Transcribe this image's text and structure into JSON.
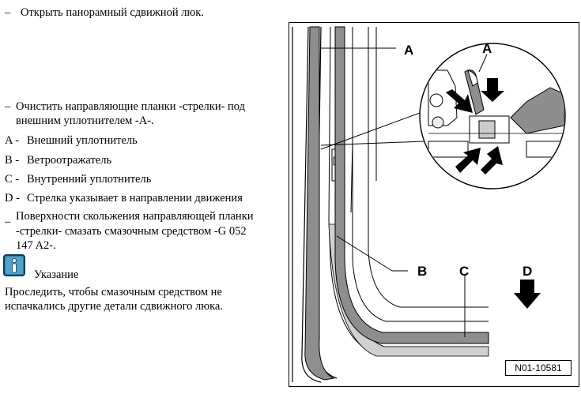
{
  "steps": [
    {
      "bullet": "–",
      "text": "Открыть панорамный сдвижной люк."
    },
    {
      "bullet": "–",
      "lines": [
        "Очистить направляющие планки -стрелки- под",
        "внешним уплотнителем -A-."
      ]
    }
  ],
  "legend": [
    {
      "key": "A -",
      "text": "Внешний уплотнитель"
    },
    {
      "key": "B -",
      "text": "Ветроотражатель"
    },
    {
      "key": "C -",
      "text": "Внутренний уплотнитель"
    },
    {
      "key": "D -",
      "text": "Стрелка указывает в направлении движения"
    }
  ],
  "lubricate": {
    "bullet": "–",
    "lines": [
      "Поверхности скольжения направляющей планки",
      "-стрелки- смазать смазочным средством -G 052",
      "147 A2-."
    ]
  },
  "note": {
    "icon": "info-icon",
    "title": "Указание",
    "lines": [
      "Проследить, чтобы смазочным средством не",
      "испачкались другие детали сдвижного люка."
    ]
  },
  "figure": {
    "labels": {
      "a1": "A",
      "a2": "A",
      "b": "B",
      "c": "C",
      "d": "D"
    },
    "code": "N01-10581"
  }
}
